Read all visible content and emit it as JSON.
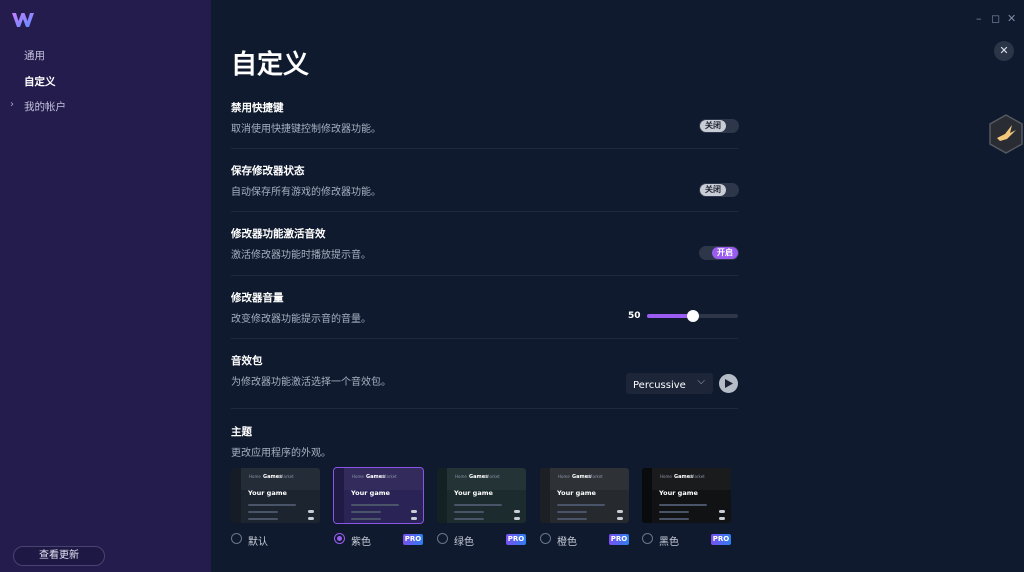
{
  "sidebar": {
    "items": [
      {
        "label": "通用"
      },
      {
        "label": "自定义"
      },
      {
        "label": "我的帐户"
      }
    ],
    "update_button": "查看更新"
  },
  "window": {
    "minimize_icon": "minimize-icon",
    "maximize_icon": "maximize-icon",
    "close_icon": "close-icon"
  },
  "page": {
    "title": "自定义"
  },
  "settings": [
    {
      "title": "禁用快捷键",
      "desc": "取消使用快捷键控制修改器功能。",
      "toggle": "关闭",
      "on": false
    },
    {
      "title": "保存修改器状态",
      "desc": "自动保存所有游戏的修改器功能。",
      "toggle": "关闭",
      "on": false
    },
    {
      "title": "修改器功能激活音效",
      "desc": "激活修改器功能时播放提示音。",
      "toggle": "开启",
      "on": true
    },
    {
      "title": "修改器音量",
      "desc": "改变修改器功能提示音的音量。",
      "value": "50"
    },
    {
      "title": "音效包",
      "desc": "为修改器功能激活选择一个音效包。",
      "selected": "Percussive"
    },
    {
      "title": "主题",
      "desc": "更改应用程序的外观。"
    }
  ],
  "volume_level": 50,
  "themes": {
    "preview_text": {
      "tab1": "Home",
      "tab2": "Games",
      "tab3": "Market",
      "game": "Your game"
    },
    "options": [
      {
        "label": "默认",
        "selected": false,
        "pro": false,
        "bg": "#1c2430",
        "side": "#151c26"
      },
      {
        "label": "紫色",
        "selected": true,
        "pro": true,
        "bg": "#2a2356",
        "side": "#201b45"
      },
      {
        "label": "绿色",
        "selected": false,
        "pro": true,
        "bg": "#1b2b2e",
        "side": "#132124"
      },
      {
        "label": "橙色",
        "selected": false,
        "pro": true,
        "bg": "#262a2e",
        "side": "#1c2024"
      },
      {
        "label": "黑色",
        "selected": false,
        "pro": true,
        "bg": "#111214",
        "side": "#0a0b0c"
      }
    ],
    "pro_label": "PRO"
  },
  "colors": {
    "accent": "#9a5cf0",
    "sidebar": "#231c4d",
    "background": "#0f1a2e"
  }
}
